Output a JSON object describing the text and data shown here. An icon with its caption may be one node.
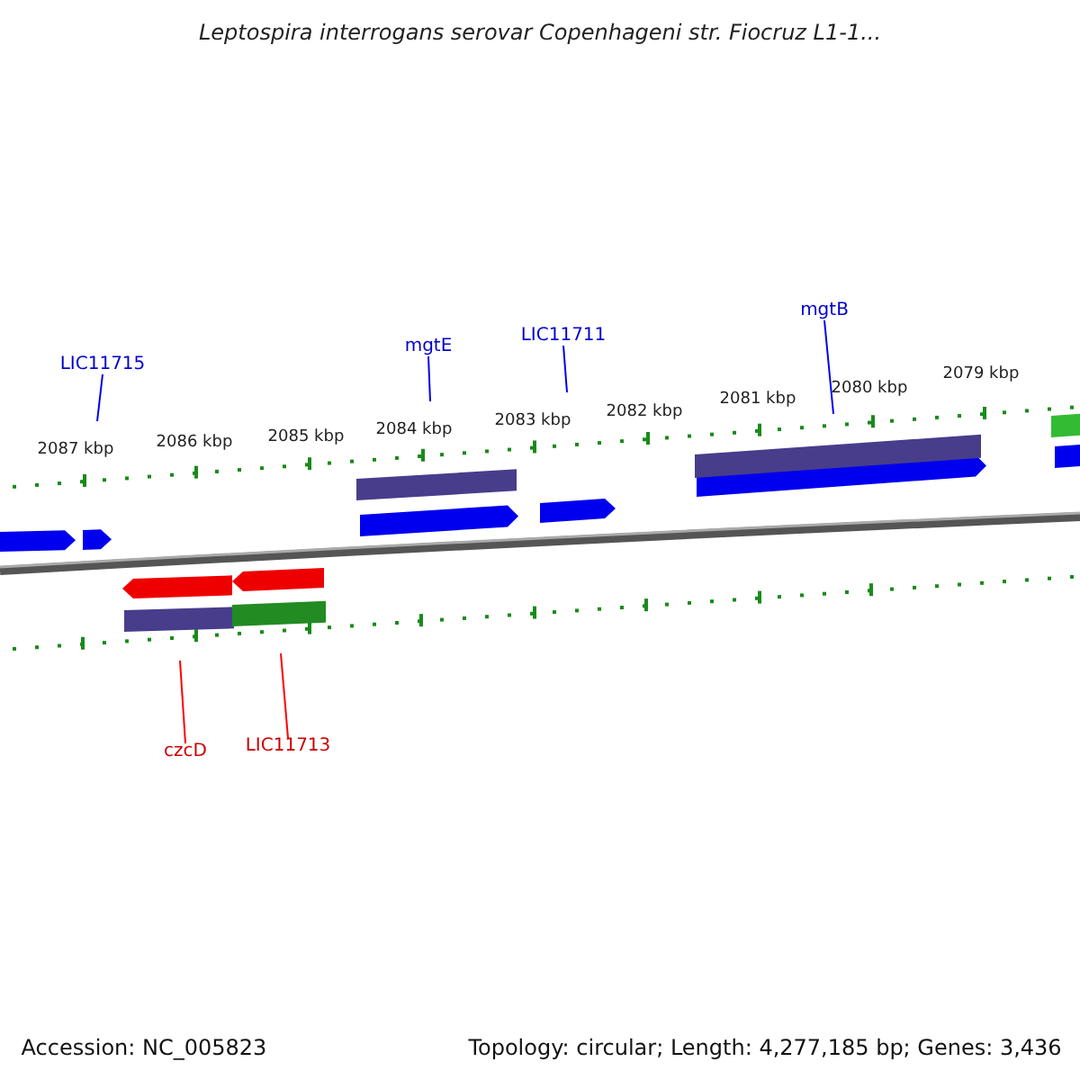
{
  "diagram": {
    "title": "Leptospira interrogans serovar Copenhageni str. Fiocruz L1-1...",
    "nodes": [
      {
        "text": [
          "LIC11715"
        ]
      },
      {
        "text": [
          "mgtE"
        ]
      },
      {
        "text": [
          "LIC11711"
        ]
      },
      {
        "text": [
          "mgtB"
        ]
      },
      {
        "text": [
          "czcD"
        ]
      },
      {
        "text": [
          "LIC11713"
        ]
      }
    ],
    "edges": [
      {
        "from": 0,
        "to": null,
        "arrow": "none"
      },
      {
        "from": 1,
        "to": null,
        "arrow": "none"
      },
      {
        "from": 2,
        "to": null,
        "arrow": "none"
      },
      {
        "from": 3,
        "to": null,
        "arrow": "none"
      },
      {
        "from": 4,
        "to": null,
        "arrow": "none",
        "color": "#ff0000"
      },
      {
        "from": 5,
        "to": null,
        "arrow": "none",
        "color": "#ff0000"
      }
    ],
    "labels": [
      "2087 kbp",
      "2086 kbp",
      "2085 kbp",
      "2084 kbp",
      "2083 kbp",
      "2082 kbp",
      "2081 kbp",
      "2080 kbp",
      "2079 kbp",
      "Accession: NC_005823",
      "Topology: circular; Length: 4,277,185 bp; Genes: 3,436"
    ]
  }
}
